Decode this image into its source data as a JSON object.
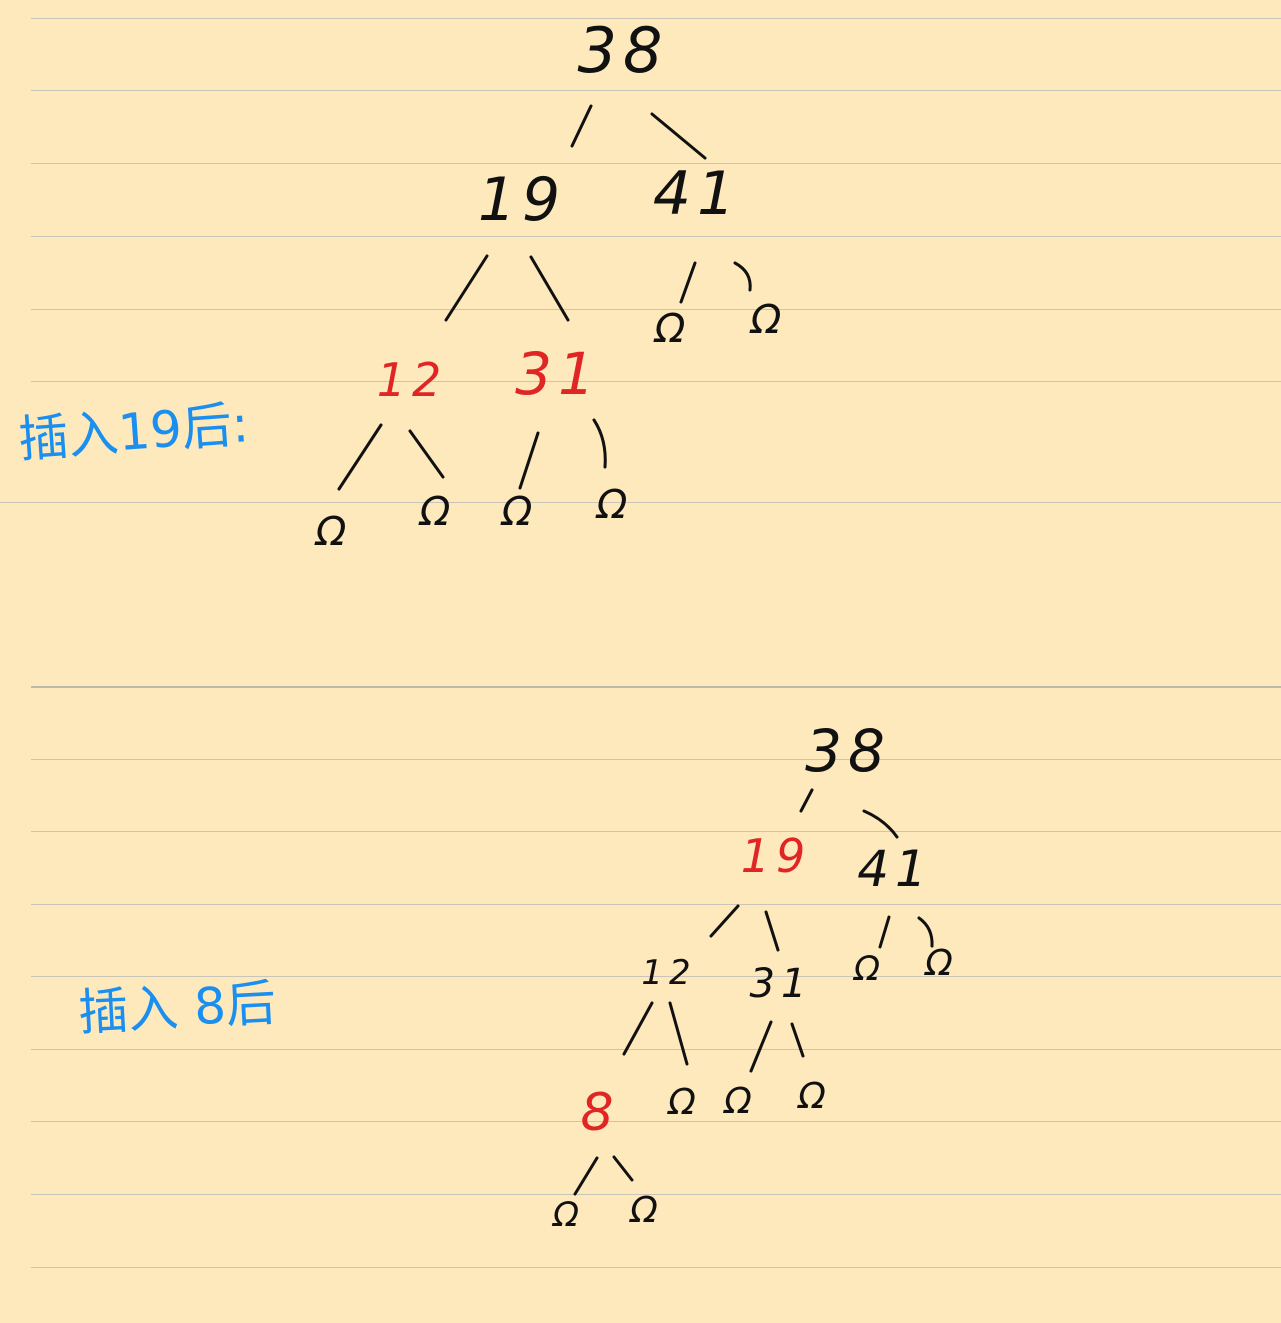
{
  "colors": {
    "paper": "#fde9bc",
    "rule": "#c9c4b8",
    "ink": "#111111",
    "red": "#e02525",
    "blue": "#1a8ff0"
  },
  "diagram1": {
    "label": "插入19后:",
    "nodes": {
      "root": "38",
      "l": "19",
      "r": "41",
      "ll": "12",
      "lr": "31"
    },
    "red_nodes": [
      "ll",
      "lr"
    ],
    "null_leaf": "Ω",
    "null_count": 6
  },
  "diagram2": {
    "label": "插入 8后",
    "nodes": {
      "root": "38",
      "l": "19",
      "r": "41",
      "ll": "12",
      "lr": "31",
      "lll": "8"
    },
    "red_nodes": [
      "l",
      "lll"
    ],
    "null_leaf": "Ω",
    "null_count": 7
  }
}
